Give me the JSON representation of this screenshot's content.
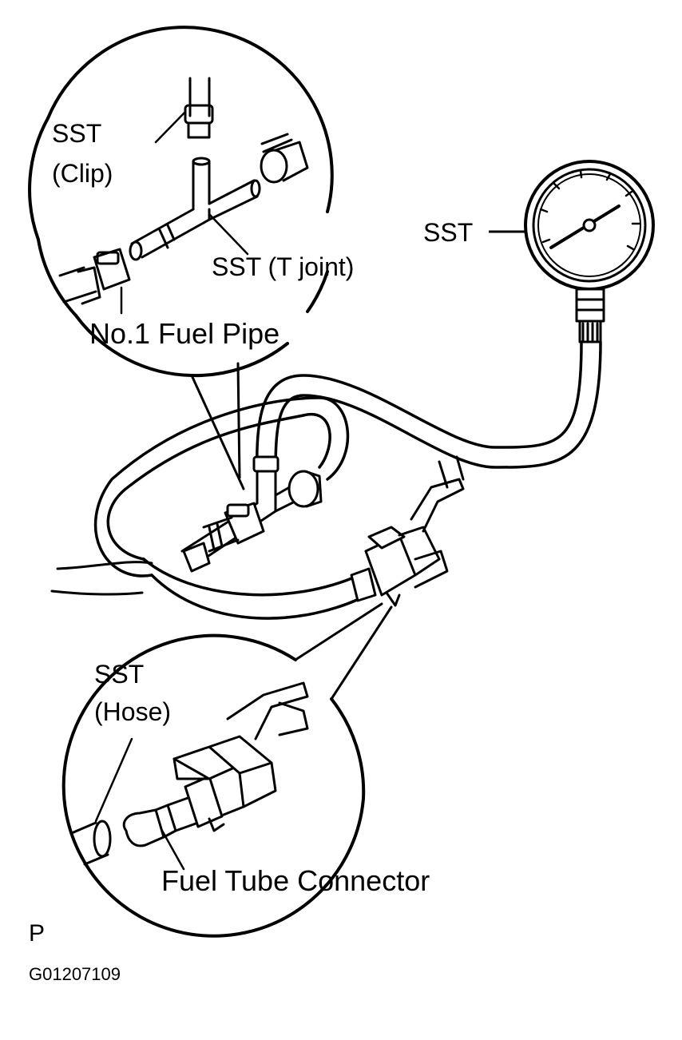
{
  "labels": {
    "sst_clip_line1": "SST",
    "sst_clip_line2": "(Clip)",
    "sst_t_joint": "SST (T joint)",
    "sst_gauge": "SST",
    "no1_fuel_pipe": "No.1 Fuel Pipe",
    "sst_hose_line1": "SST",
    "sst_hose_line2": "(Hose)",
    "fuel_tube_connector": "Fuel Tube Connector",
    "corner_mark": "P",
    "figure_code": "G01207109"
  },
  "colors": {
    "line": "#000000",
    "background": "#ffffff"
  }
}
